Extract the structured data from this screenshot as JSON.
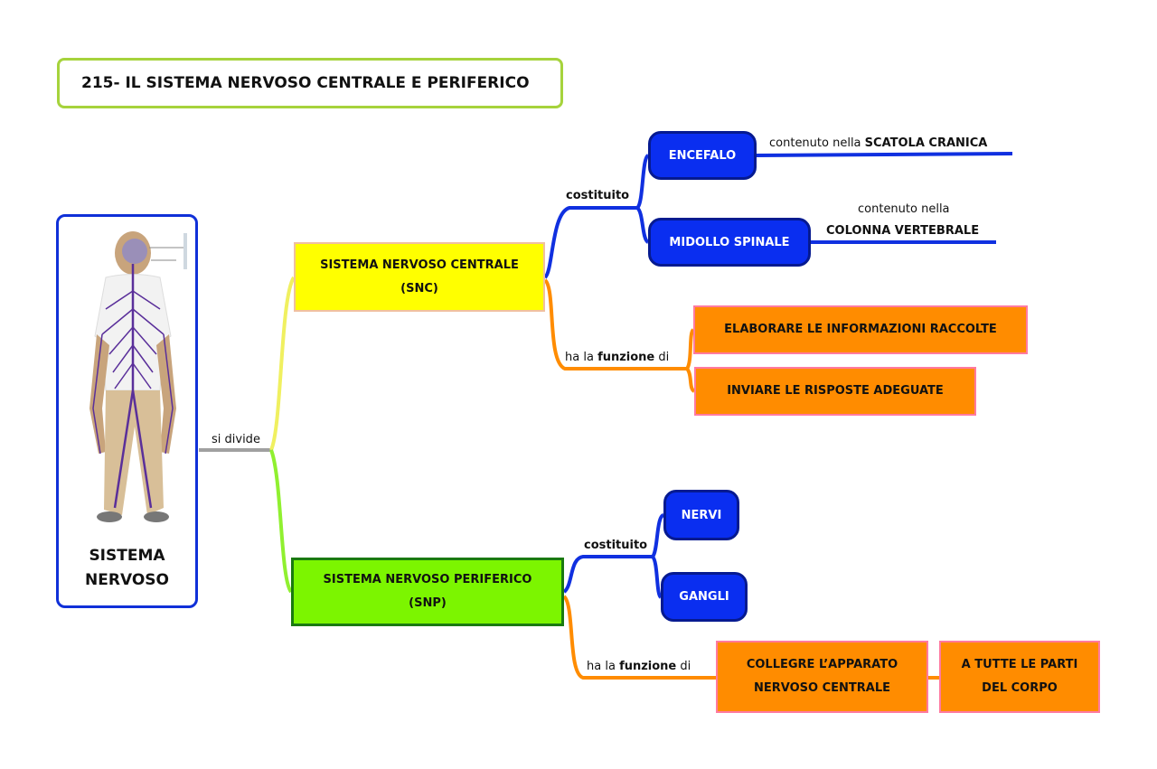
{
  "title": "215- IL SISTEMA NERVOSO CENTRALE E PERIFERICO",
  "root": {
    "line1": "SISTEMA",
    "line2": "NERVOSO",
    "image": "human-nervous-system-figure"
  },
  "root_link": "si divide",
  "snc": {
    "line1": "SISTEMA NERVOSO CENTRALE",
    "line2": "(SNC)"
  },
  "snp": {
    "line1": "SISTEMA NERVOSO PERIFERICO",
    "line2": "(SNP)"
  },
  "snc_costituito": "costituito",
  "snp_costituito": "costituito",
  "encefalo": "ENCEFALO",
  "encefalo_note": {
    "prefix": "contenuto nella ",
    "bold": "SCATOLA CRANICA"
  },
  "midollo": "MIDOLLO SPINALE",
  "midollo_note": {
    "line1": "contenuto nella",
    "line2": "COLONNA VERTEBRALE"
  },
  "nervi": "NERVI",
  "gangli": "GANGLI",
  "snc_funzione": {
    "prefix": "ha la ",
    "bold": "funzione",
    "suffix": " di"
  },
  "snp_funzione": {
    "prefix": "ha la ",
    "bold": "funzione",
    "suffix": " di"
  },
  "funzioni_snc": [
    "ELABORARE LE INFORMAZIONI RACCOLTE",
    "INVIARE LE RISPOSTE ADEGUATE"
  ],
  "funzione_snp": {
    "line1": "COLLEGRE L’APPARATO",
    "line2": "NERVOSO CENTRALE"
  },
  "funzione_snp_target": {
    "line1": "A TUTTE LE PARTI",
    "line2": "DEL CORPO"
  },
  "colors": {
    "blue": "#0a2ef0",
    "orange": "#ff8c00",
    "yellow": "#ffff00",
    "green": "#7cf500",
    "title_border": "#a6d33c"
  }
}
